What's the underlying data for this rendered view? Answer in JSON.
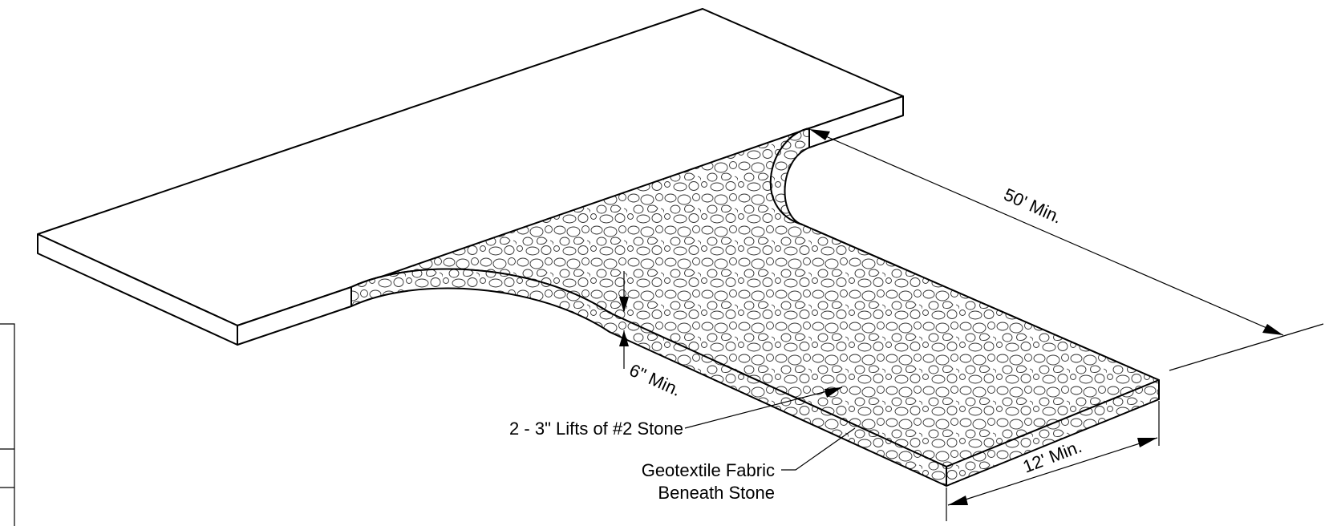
{
  "annotations": {
    "length": "50' Min.",
    "depth": "6\" Min.",
    "width": "12' Min.",
    "stone": "2 - 3\" Lifts of #2 Stone",
    "fabric_line1": "Geotextile Fabric",
    "fabric_line2": "Beneath Stone"
  },
  "materials": {
    "stone_fill": "#2 stone aggregate pattern",
    "line_color": "#000000",
    "background": "#ffffff"
  }
}
